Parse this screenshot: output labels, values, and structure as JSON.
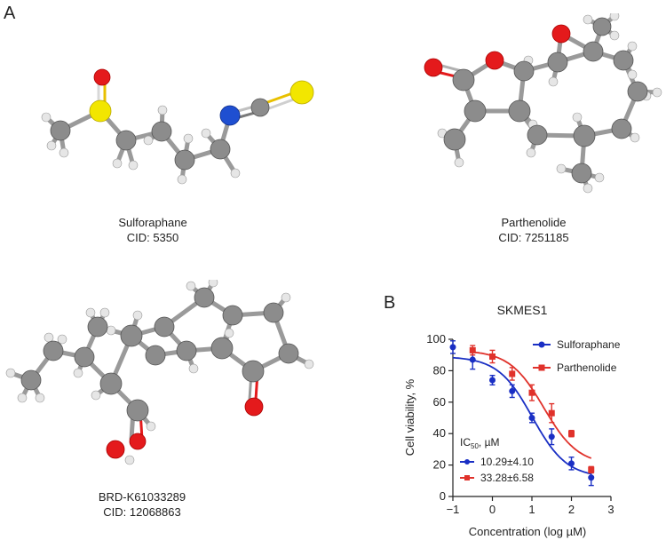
{
  "panels": {
    "a": "A",
    "b": "B"
  },
  "molecules": [
    {
      "name": "Sulforaphane",
      "cid": "CID: 5350"
    },
    {
      "name": "Parthenolide",
      "cid": "CID: 7251185"
    },
    {
      "name": "BRD-K61033289",
      "cid": "CID: 12068863"
    }
  ],
  "colors": {
    "carbon": "#8c8c8c",
    "hydrogen": "#e6e6e6",
    "oxygen": "#e41a1c",
    "sulfur": "#f2e600",
    "nitrogen": "#1f4fd1",
    "series1": "#1a2fc4",
    "series2": "#e0322b"
  },
  "chart_data": {
    "type": "scatter",
    "title": "SKMES1",
    "xlabel": "Concentration (log µM)",
    "ylabel": "Cell viability, %",
    "xlim": [
      -1,
      3
    ],
    "ylim": [
      0,
      100
    ],
    "xticks": [
      "−1",
      "0",
      "1",
      "2",
      "3"
    ],
    "yticks": [
      "0",
      "20",
      "40",
      "60",
      "80",
      "100"
    ],
    "legend_position": "top-right",
    "ic50_heading": "IC",
    "ic50_sub": "50",
    "ic50_unit": ", µM",
    "series": [
      {
        "name": "Sulforaphane",
        "ic50": "10.29±4.10",
        "x": [
          -1,
          -0.5,
          0,
          0.5,
          1,
          1.5,
          2,
          2.5
        ],
        "y": [
          95,
          87,
          74,
          67,
          50,
          38,
          21,
          12
        ],
        "err": [
          4,
          6,
          3,
          4,
          3,
          5,
          4,
          5
        ],
        "fit": {
          "bottom": 12,
          "top": 89,
          "logic50": 1.01,
          "hill": 1.0
        }
      },
      {
        "name": "Parthenolide",
        "ic50": "33.28±6.58",
        "x": [
          -0.5,
          0,
          0.5,
          1,
          1.5,
          2,
          2.5
        ],
        "y": [
          93,
          89,
          78,
          66,
          53,
          40,
          17
        ],
        "err": [
          3,
          4,
          4,
          5,
          6,
          2,
          2
        ],
        "fit": {
          "bottom": 20,
          "top": 93,
          "logic50": 1.3,
          "hill": 1.0
        }
      }
    ]
  }
}
